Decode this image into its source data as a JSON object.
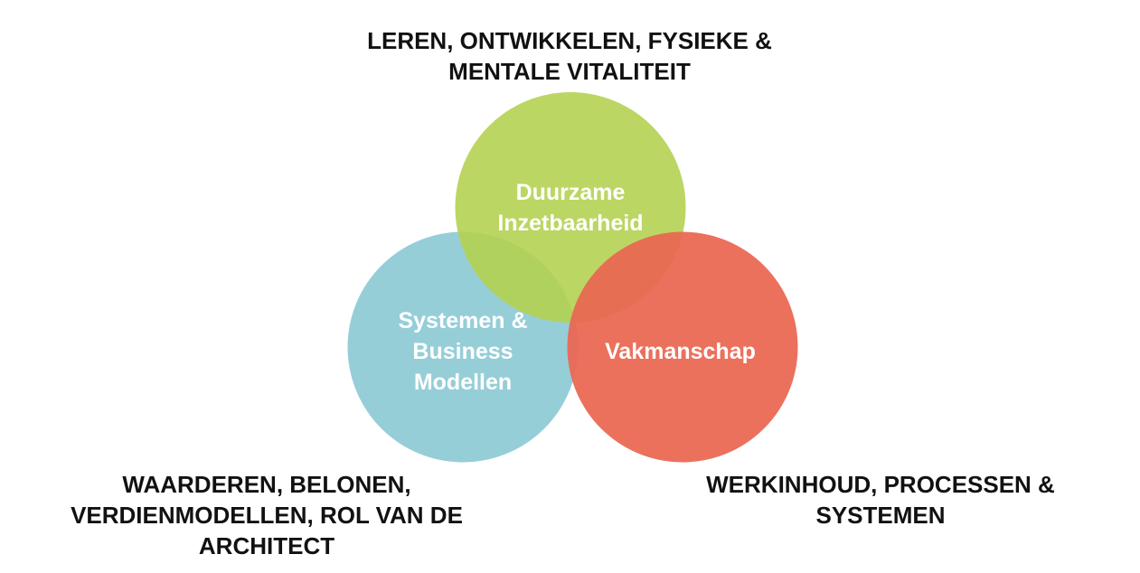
{
  "circles": [
    {
      "label": "Systemen &\nBusiness\nModellen",
      "color": "#96CED8"
    },
    {
      "label": "Duurzame\nInzetbaarheid",
      "color": "#B4D152"
    },
    {
      "label": "Vakmanschap",
      "color": "#EA6651"
    }
  ],
  "outer_labels": {
    "top": "LEREN, ONTWIKKELEN, FYSIEKE &\nMENTALE VITALITEIT",
    "bottom_left": "WAARDEREN, BELONEN,\nVERDIENMODELLEN, ROL VAN DE\nARCHITECT",
    "bottom_right": "WERKINHOUD, PROCESSEN &\nSYSTEMEN"
  }
}
